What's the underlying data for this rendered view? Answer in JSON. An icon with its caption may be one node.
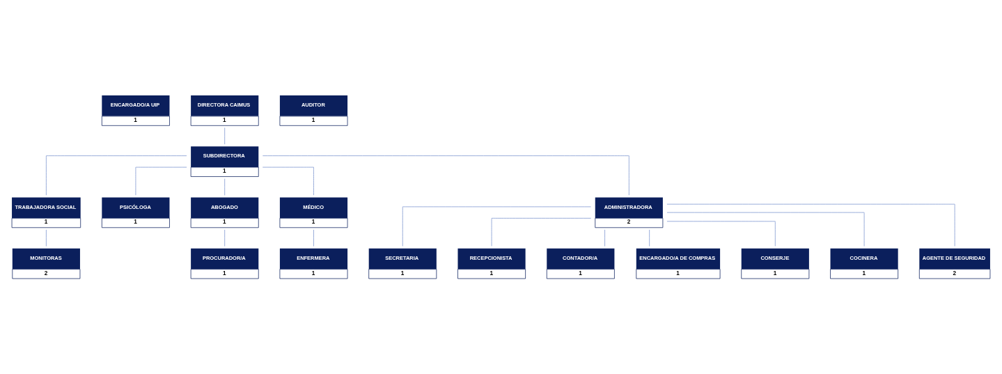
{
  "diagram": {
    "nodes": [
      {
        "text": [
          "ENCARGADO/A UIP",
          "1"
        ]
      },
      {
        "text": [
          "DIRECTORA CAIMUS",
          "1"
        ]
      },
      {
        "text": [
          "AUDITOR",
          "1"
        ]
      },
      {
        "text": [
          "SUBDIRECTORA",
          "1"
        ]
      },
      {
        "text": [
          "TRABAJADORA SOCIAL",
          "1"
        ]
      },
      {
        "text": [
          "PSICÓLOGA",
          "1"
        ]
      },
      {
        "text": [
          "ABOGADO",
          "1"
        ]
      },
      {
        "text": [
          "MÉDICO",
          "1"
        ]
      },
      {
        "text": [
          "ADMINISTRADORA",
          "2"
        ]
      },
      {
        "text": [
          "MONITORAS",
          "2"
        ]
      },
      {
        "text": [
          "PROCURADOR/A",
          "1"
        ]
      },
      {
        "text": [
          "ENFERMERA",
          "1"
        ]
      },
      {
        "text": [
          "SECRETARIA",
          "1"
        ]
      },
      {
        "text": [
          "RECEPCIONISTA",
          "1"
        ]
      },
      {
        "text": [
          "CONTADOR/A",
          "1"
        ]
      },
      {
        "text": [
          "ENCARGADO/A DE COMPRAS",
          "1"
        ]
      },
      {
        "text": [
          "CONSERJE",
          "1"
        ]
      },
      {
        "text": [
          "COCINERA",
          "1"
        ]
      },
      {
        "text": [
          "AGENTE DE SEGURIDAD",
          "2"
        ]
      }
    ],
    "edges": [
      {
        "from": 1,
        "to": 3,
        "arrow": "none"
      },
      {
        "from": 3,
        "to": 4,
        "arrow": "none"
      },
      {
        "from": 3,
        "to": 5,
        "arrow": "none"
      },
      {
        "from": 3,
        "to": 6,
        "arrow": "none"
      },
      {
        "from": 3,
        "to": 7,
        "arrow": "none"
      },
      {
        "from": 3,
        "to": 8,
        "arrow": "none"
      },
      {
        "from": 4,
        "to": 9,
        "arrow": "none"
      },
      {
        "from": 6,
        "to": 10,
        "arrow": "none"
      },
      {
        "from": 7,
        "to": 11,
        "arrow": "none"
      },
      {
        "from": 8,
        "to": 12,
        "arrow": "none"
      },
      {
        "from": 8,
        "to": 13,
        "arrow": "none"
      },
      {
        "from": 8,
        "to": 14,
        "arrow": "none"
      },
      {
        "from": 8,
        "to": 15,
        "arrow": "none"
      },
      {
        "from": 8,
        "to": 16,
        "arrow": "none"
      },
      {
        "from": 8,
        "to": 17,
        "arrow": "none"
      },
      {
        "from": 8,
        "to": 18,
        "arrow": "none"
      }
    ]
  }
}
